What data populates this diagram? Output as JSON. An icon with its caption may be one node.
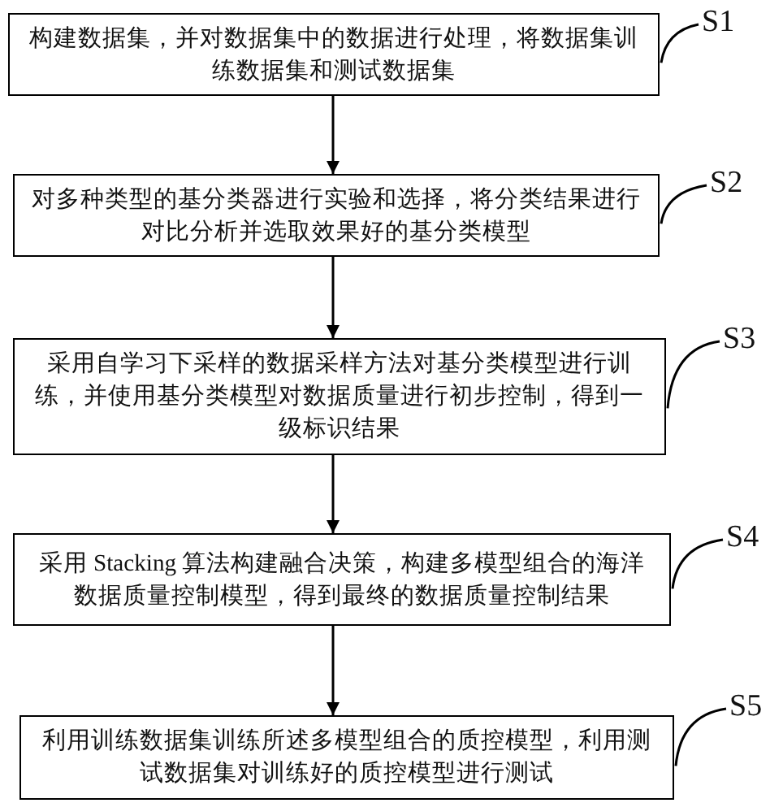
{
  "diagram": {
    "nodes": [
      {
        "text": [
          "构建数据集，并对数据集中的数据进行处理，将数据集训练数据集和测试数据集"
        ]
      },
      {
        "text": [
          "对多种类型的基分类器进行实验和选择，将分类结果进行对比分析并选取效果好的基分类模型"
        ]
      },
      {
        "text": [
          "采用自学习下采样的数据采样方法对基分类模型进行训练，并使用基分类模型对数据质量进行初步控制，得到一级标识结果"
        ]
      },
      {
        "text": [
          "采用 Stacking 算法构建融合决策，构建多模型组合的海洋数据质量控制模型，得到最终的数据质量控制结果"
        ]
      },
      {
        "text": [
          "利用训练数据集训练所述多模型组合的质控模型，利用测试数据集对训练好的质控模型进行测试"
        ]
      },
      {
        "text": [
          "S1"
        ]
      },
      {
        "text": [
          "S2"
        ]
      },
      {
        "text": [
          "S3"
        ]
      },
      {
        "text": [
          "S4"
        ]
      },
      {
        "text": [
          "S5"
        ]
      }
    ],
    "edges": [
      {
        "from": 0,
        "to": 1,
        "arrow": "to"
      },
      {
        "from": 1,
        "to": 2,
        "arrow": "to"
      },
      {
        "from": 2,
        "to": 3,
        "arrow": "to"
      },
      {
        "from": 3,
        "to": 4,
        "arrow": "to"
      },
      {
        "from": 5,
        "to": 0,
        "arrow": "none"
      },
      {
        "from": 6,
        "to": 1,
        "arrow": "none"
      },
      {
        "from": 7,
        "to": 2,
        "arrow": "none"
      },
      {
        "from": 8,
        "to": 3,
        "arrow": "none"
      },
      {
        "from": 9,
        "to": 4,
        "arrow": "none"
      }
    ]
  }
}
